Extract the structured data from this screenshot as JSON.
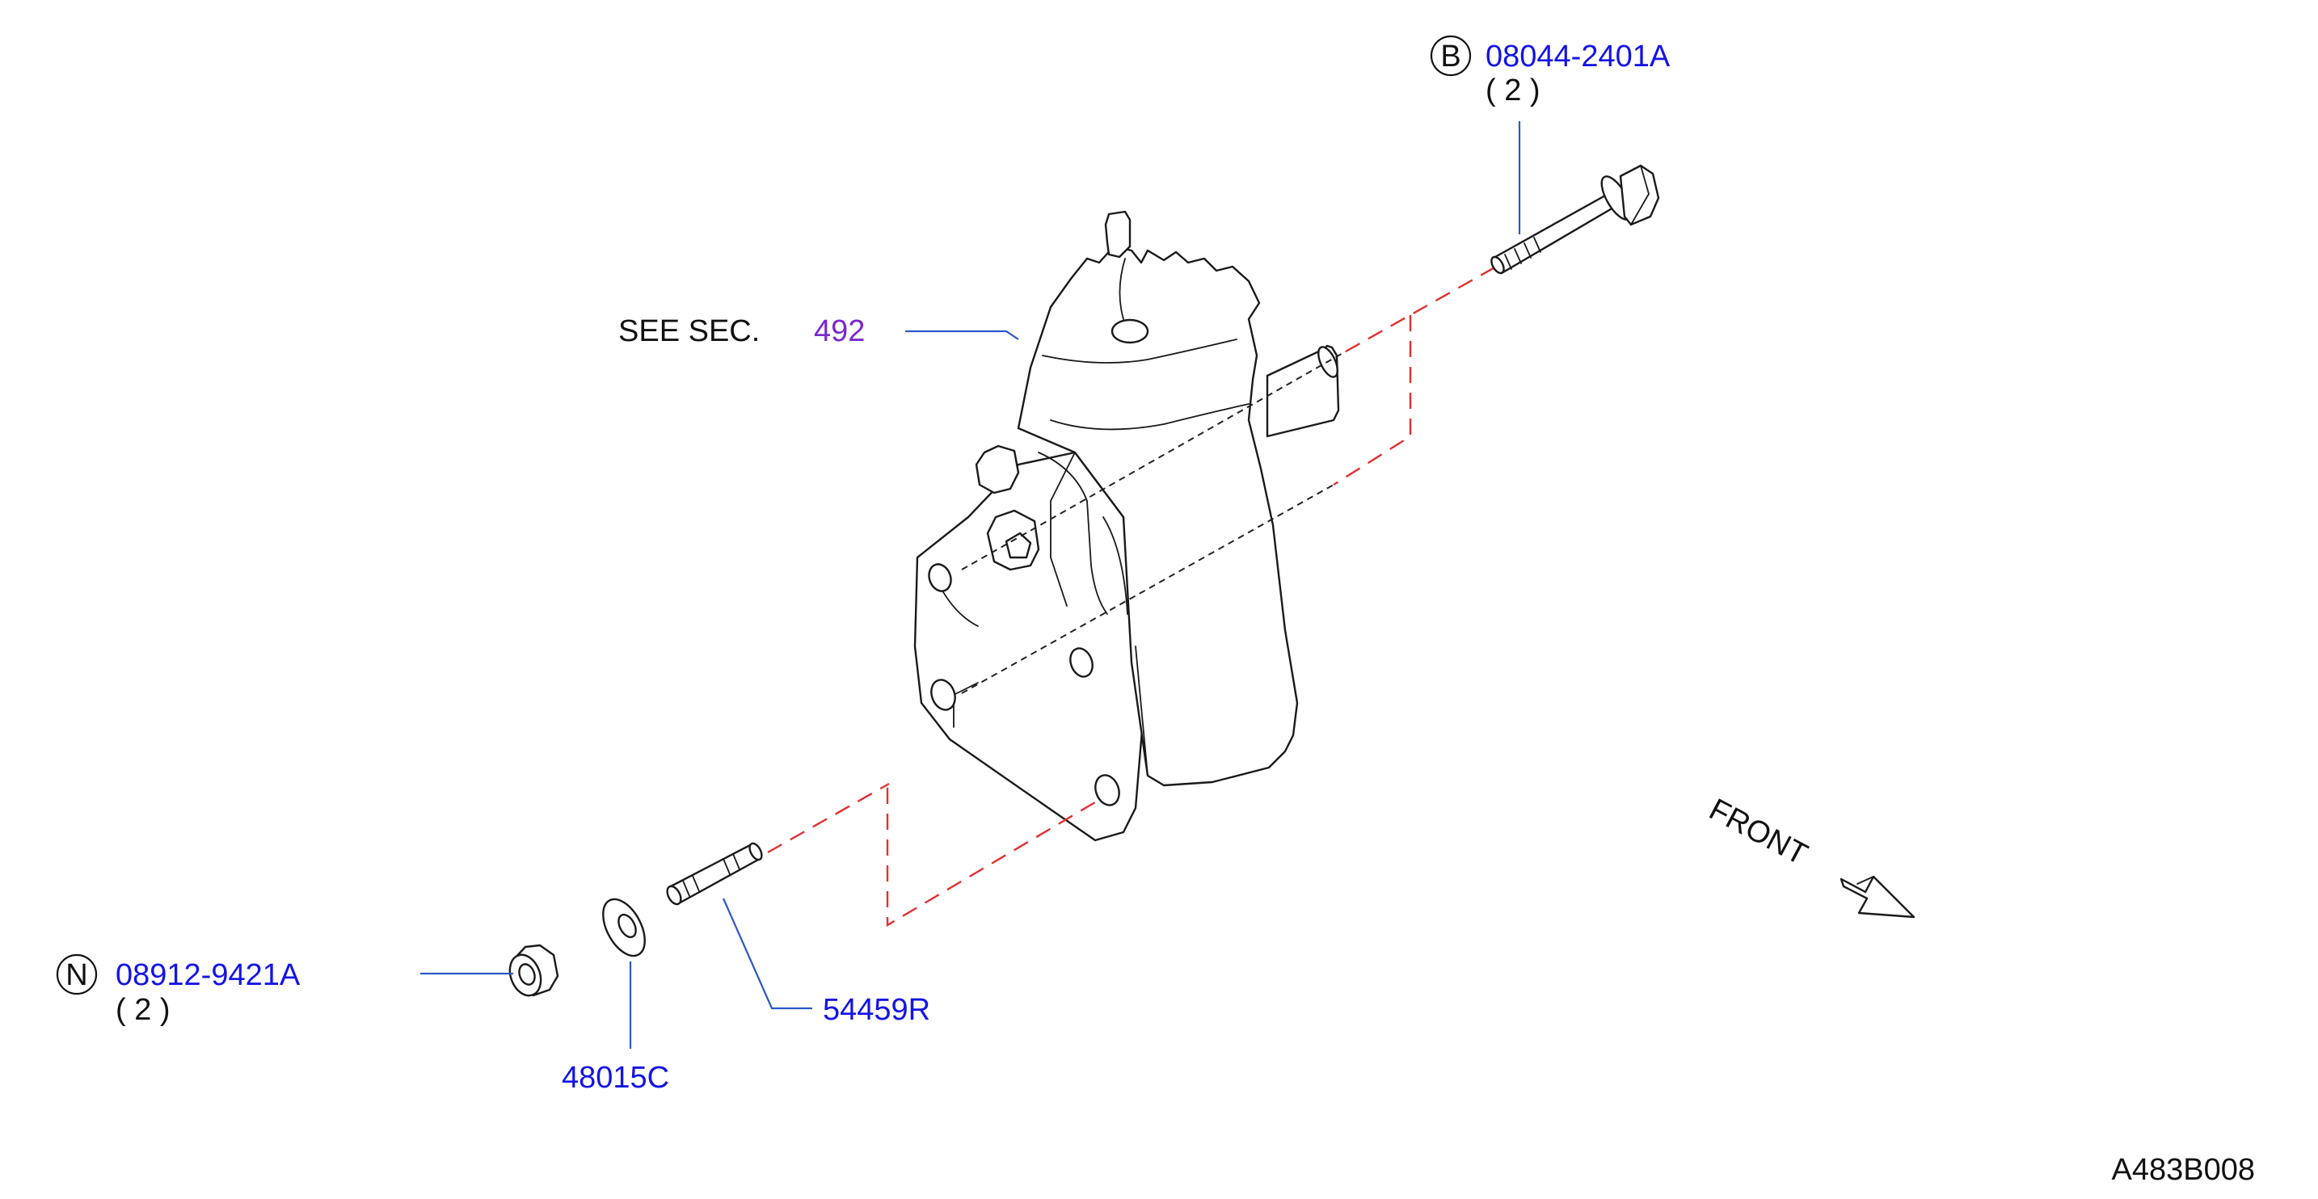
{
  "labels": {
    "bolt_code": "08044-2401A",
    "bolt_marker": "B",
    "bolt_qty": "( 2 )",
    "nut_code": "08912-9421A",
    "nut_marker": "N",
    "nut_qty": "( 2 )",
    "see_sec_prefix": "SEE   SEC.",
    "see_sec_number": "492",
    "washer_code": "48015C",
    "stud_code": "54459R",
    "front_label": "FRONT",
    "diagram_id": "A483B008"
  },
  "colors": {
    "part_number": "#1414e6",
    "section_ref": "#7a28cc",
    "leader_line": "#2b58c8",
    "hidden_axis": "#e23030",
    "drawing": "#1a1a1a"
  },
  "icons": {
    "front_arrow": "front-arrow-icon",
    "bolt_marker": "circled-letter-b-icon",
    "nut_marker": "circled-letter-n-icon"
  }
}
